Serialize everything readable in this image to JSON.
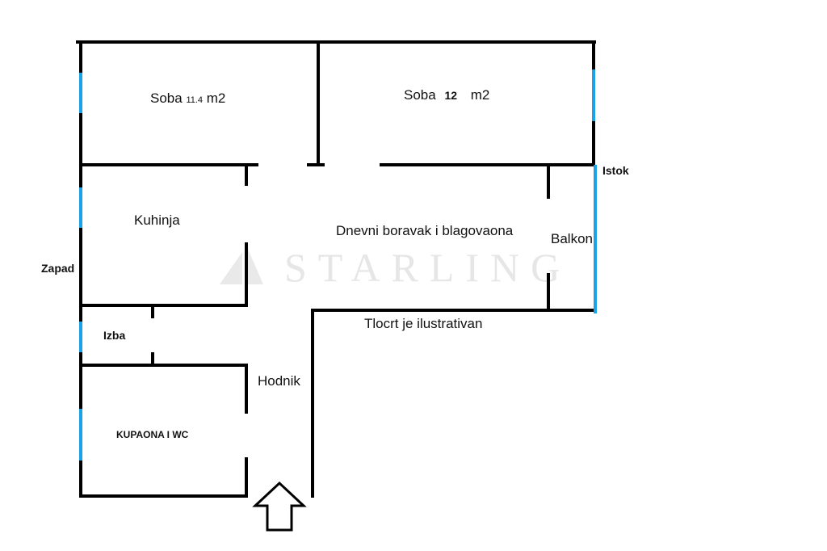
{
  "rooms": {
    "soba1": {
      "label": "Soba",
      "area": "11.4",
      "unit": "m2"
    },
    "soba2": {
      "label": "Soba",
      "area": "12",
      "unit": "m2"
    },
    "kuhinja": "Kuhinja",
    "dnevni": "Dnevni boravak i blagovaona",
    "balkon": "Balkon",
    "izba": "Izba",
    "kupaona": "KUPAONA I WC",
    "hodnik": "Hodnik"
  },
  "orientation": {
    "east": "Istok",
    "west": "Zapad"
  },
  "note": "Tlocrt je ilustrativan",
  "watermark": "STARLING",
  "colors": {
    "walls": "#000000",
    "windows": "#1aa3e6",
    "watermark": "#e6e6e6"
  },
  "icons": {
    "entrance": "entrance-arrow-icon",
    "watermark_logo": "sail-logo-icon"
  }
}
